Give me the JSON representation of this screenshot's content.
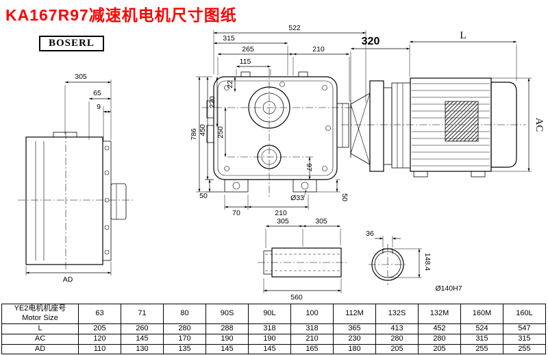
{
  "page": {
    "title": "KA167R97减速机电机尺寸图纸",
    "brand": "BOSERL"
  },
  "side_view": {
    "w305": "305",
    "w65": "65",
    "w9": "9",
    "wAD": "AD"
  },
  "front_view": {
    "d522": "522",
    "d315": "315",
    "d265": "265",
    "d210_top": "210",
    "d115": "115",
    "d786": "786",
    "d450": "450",
    "d250": "250",
    "d220": "220",
    "d22": "22",
    "d97": "97",
    "d50_left": "50",
    "d50_right": "50",
    "d70": "70",
    "d210_bottom": "210",
    "d33": "Ø33"
  },
  "motor_view": {
    "d320": "320",
    "dL": "L",
    "dAC": "AC"
  },
  "shaft_view": {
    "d305_left": "305",
    "d305_right": "305",
    "d560": "560"
  },
  "flange_view": {
    "d36": "36",
    "d148_4": "148.4",
    "d140": "Ø140H7"
  },
  "table": {
    "row_label_zh": "YE2电机机座号",
    "row_label_en": "Motor Size",
    "sizes": [
      "63",
      "71",
      "80",
      "90S",
      "90L",
      "100",
      "112M",
      "132S",
      "132M",
      "160M",
      "160L"
    ],
    "rows": [
      {
        "label": "L",
        "values": [
          "205",
          "260",
          "280",
          "288",
          "318",
          "318",
          "365",
          "413",
          "452",
          "524",
          "547"
        ]
      },
      {
        "label": "AC",
        "values": [
          "120",
          "145",
          "170",
          "190",
          "190",
          "210",
          "230",
          "280",
          "280",
          "315",
          "315"
        ]
      },
      {
        "label": "AD",
        "values": [
          "110",
          "130",
          "135",
          "145",
          "145",
          "165",
          "180",
          "205",
          "205",
          "255",
          "255"
        ]
      }
    ]
  }
}
